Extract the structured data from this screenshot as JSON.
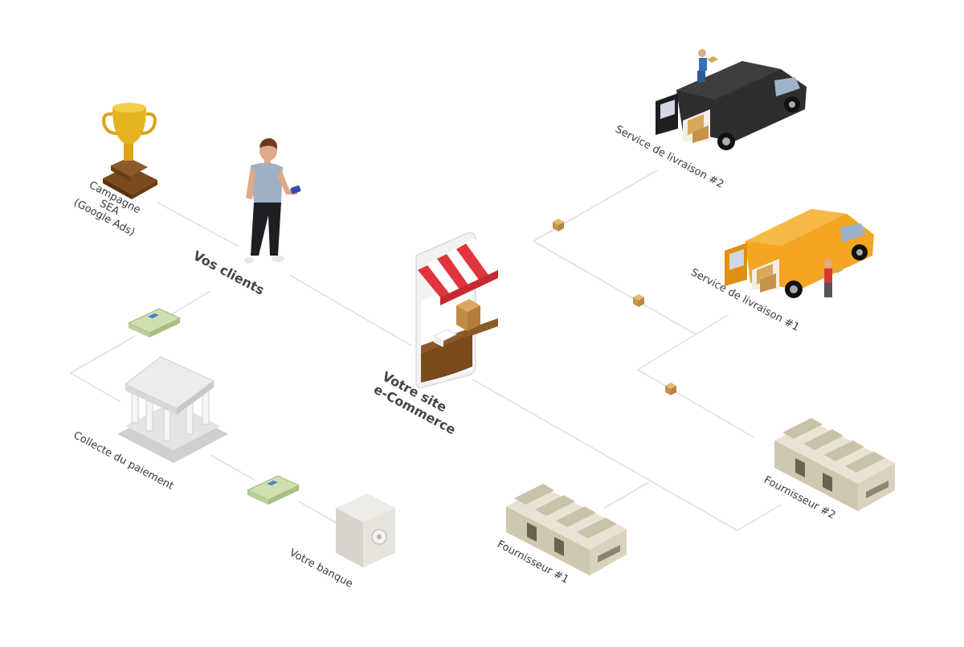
{
  "labels": {
    "sea": "Campagne\nSEA\n(Google Ads)",
    "clients": "Vos clients",
    "site_line1": "Votre site",
    "site_line2": "e-Commerce",
    "payment": "Collecte du paiement",
    "bank": "Votre banque",
    "delivery2": "Service de livraison #2",
    "delivery1": "Service de livraison #1",
    "supplier1": "Fournisseur #1",
    "supplier2": "Fournisseur #2"
  },
  "colors": {
    "line": "#d9d9d9",
    "van_dark": "#2e2e2e",
    "van_yellow": "#f4a521",
    "awning_red": "#e0353b",
    "trophy_gold": "#e5b320",
    "wood": "#8a5a2b",
    "warehouse": "#d8d2bf",
    "bank_grey": "#e4e4e4",
    "cash_green": "#cfe0b0",
    "box": "#d9a85c"
  },
  "icons": [
    "trophy-icon",
    "person-icon",
    "shop-phone-icon",
    "cash-icon",
    "bank-building-icon",
    "safe-icon",
    "van-icon",
    "parcel-icon",
    "warehouse-icon"
  ]
}
